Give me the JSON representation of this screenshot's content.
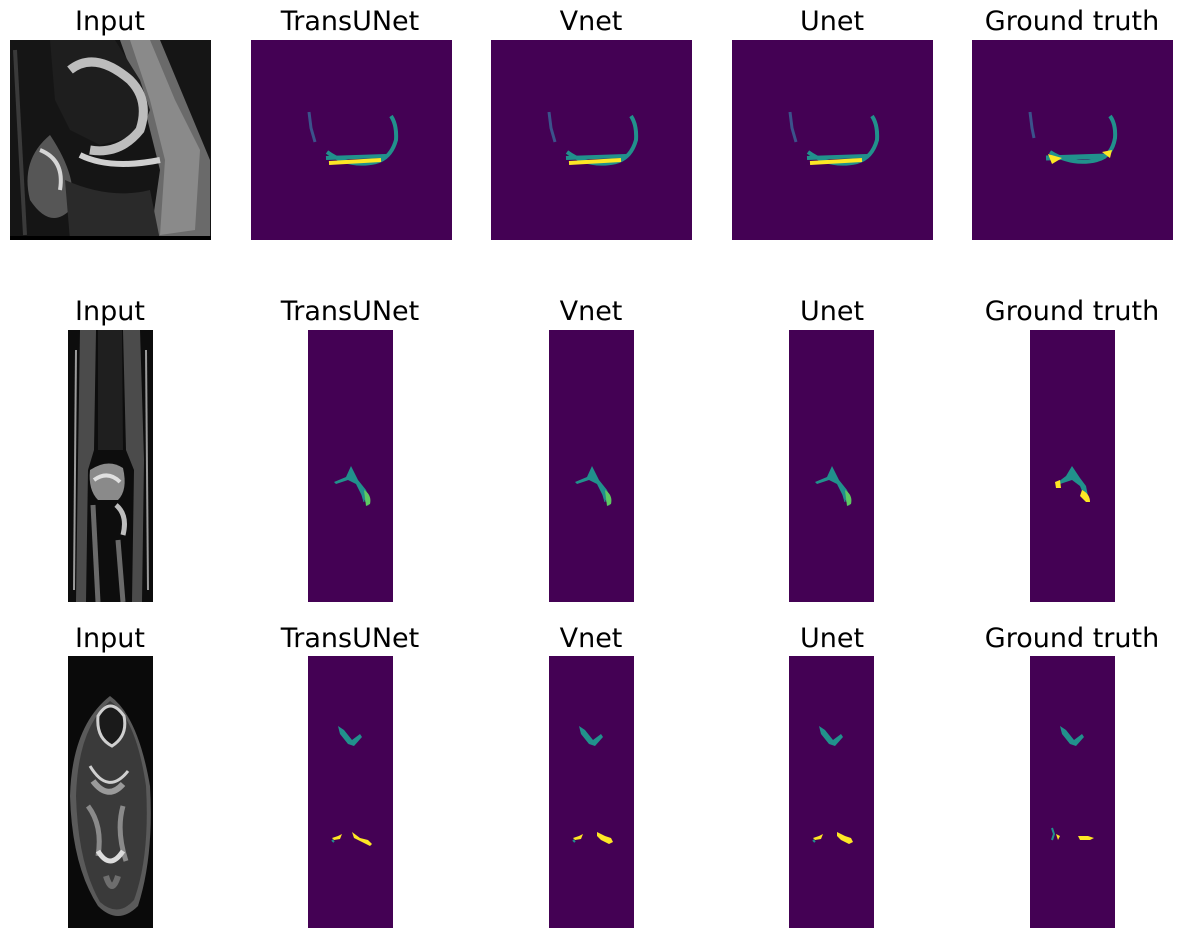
{
  "colors": {
    "background": "#440154",
    "class_teal": "#21918c",
    "class_yellow": "#fde725",
    "class_green": "#5ec962",
    "class_blue": "#3b528b"
  },
  "rows": [
    {
      "panels": [
        {
          "title": "Input",
          "kind": "mri"
        },
        {
          "title": "TransUNet",
          "kind": "mask"
        },
        {
          "title": "Vnet",
          "kind": "mask"
        },
        {
          "title": "Unet",
          "kind": "mask"
        },
        {
          "title": "Ground truth",
          "kind": "mask"
        }
      ]
    },
    {
      "panels": [
        {
          "title": "Input",
          "kind": "mri"
        },
        {
          "title": "TransUNet",
          "kind": "mask"
        },
        {
          "title": "Vnet",
          "kind": "mask"
        },
        {
          "title": "Unet",
          "kind": "mask"
        },
        {
          "title": "Ground truth",
          "kind": "mask"
        }
      ]
    },
    {
      "panels": [
        {
          "title": "Input",
          "kind": "mri"
        },
        {
          "title": "TransUNet",
          "kind": "mask"
        },
        {
          "title": "Vnet",
          "kind": "mask"
        },
        {
          "title": "Unet",
          "kind": "mask"
        },
        {
          "title": "Ground truth",
          "kind": "mask"
        }
      ]
    }
  ]
}
